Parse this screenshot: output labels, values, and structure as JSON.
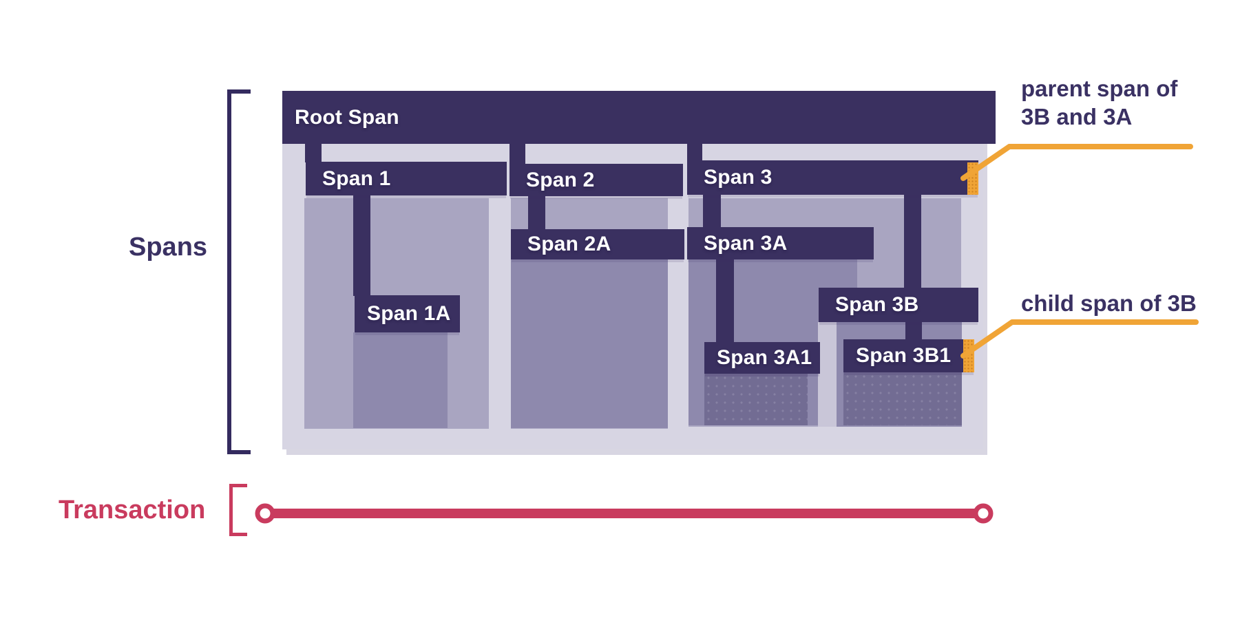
{
  "spans": {
    "root": {
      "label": "Root Span"
    },
    "s1": {
      "label": "Span 1"
    },
    "s1a": {
      "label": "Span 1A"
    },
    "s2": {
      "label": "Span 2"
    },
    "s2a": {
      "label": "Span 2A"
    },
    "s3": {
      "label": "Span 3"
    },
    "s3a": {
      "label": "Span 3A"
    },
    "s3a1": {
      "label": "Span 3A1"
    },
    "s3b": {
      "label": "Span 3B"
    },
    "s3b1": {
      "label": "Span 3B1"
    }
  },
  "side_labels": {
    "spans": "Spans",
    "transaction": "Transaction"
  },
  "annotations": {
    "parent_line1": "parent span of",
    "parent_line2": "3B and 3A",
    "child": "child span of 3B"
  },
  "colors": {
    "bar": "#3a3060",
    "navy": "#342b5f",
    "container": "#d7d5e3",
    "mid": "#a9a5c1",
    "deep": "#8e89ad",
    "deepest": "#726c93",
    "strip": "#c9c6d8",
    "orange": "#f0a436",
    "red": "#c93b5e",
    "labelnavy": "#3a3163"
  }
}
